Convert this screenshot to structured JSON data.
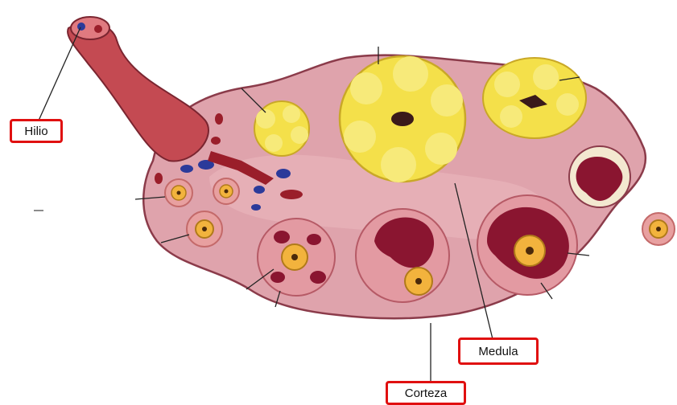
{
  "labels": {
    "hilio": "Hilio",
    "medula": "Medula",
    "corteza": "Corteza"
  },
  "colors": {
    "outline": "#8b3b4a",
    "ovary_fill": "#dfa3ac",
    "ovary_inner": "#e8b3ba",
    "vessel": "#c44a52",
    "corpus_luteum": "#f4e04a",
    "follicle_fluid": "#a51f3e",
    "oocyte": "#f2b33d",
    "label_border": "#e01010"
  }
}
